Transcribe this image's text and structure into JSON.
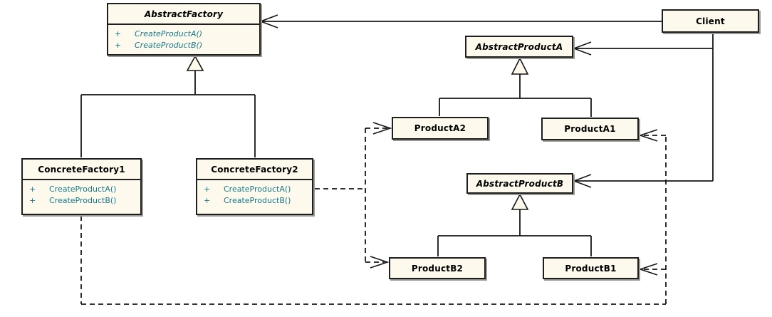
{
  "classes": {
    "abstract_factory": {
      "name": "AbstractFactory",
      "abstract": true,
      "methods": [
        {
          "visibility": "+",
          "signature": "CreateProductA()"
        },
        {
          "visibility": "+",
          "signature": "CreateProductB()"
        }
      ]
    },
    "client": {
      "name": "Client"
    },
    "abstract_product_a": {
      "name": "AbstractProductA",
      "abstract": true
    },
    "product_a2": {
      "name": "ProductA2"
    },
    "product_a1": {
      "name": "ProductA1"
    },
    "concrete_factory_1": {
      "name": "ConcreteFactory1",
      "methods": [
        {
          "visibility": "+",
          "signature": "CreateProductA()"
        },
        {
          "visibility": "+",
          "signature": "CreateProductB()"
        }
      ]
    },
    "concrete_factory_2": {
      "name": "ConcreteFactory2",
      "methods": [
        {
          "visibility": "+",
          "signature": "CreateProductA()"
        },
        {
          "visibility": "+",
          "signature": "CreateProductB()"
        }
      ]
    },
    "abstract_product_b": {
      "name": "AbstractProductB",
      "abstract": true
    },
    "product_b2": {
      "name": "ProductB2"
    },
    "product_b1": {
      "name": "ProductB1"
    }
  },
  "relationships": [
    {
      "from": "Client",
      "to": "AbstractFactory",
      "type": "association"
    },
    {
      "from": "Client",
      "to": "AbstractProductA",
      "type": "association"
    },
    {
      "from": "Client",
      "to": "AbstractProductB",
      "type": "association"
    },
    {
      "from": "ConcreteFactory1",
      "to": "AbstractFactory",
      "type": "generalization"
    },
    {
      "from": "ConcreteFactory2",
      "to": "AbstractFactory",
      "type": "generalization"
    },
    {
      "from": "ProductA2",
      "to": "AbstractProductA",
      "type": "generalization"
    },
    {
      "from": "ProductA1",
      "to": "AbstractProductA",
      "type": "generalization"
    },
    {
      "from": "ProductB2",
      "to": "AbstractProductB",
      "type": "generalization"
    },
    {
      "from": "ProductB1",
      "to": "AbstractProductB",
      "type": "generalization"
    },
    {
      "from": "ConcreteFactory2",
      "to": "ProductA2",
      "type": "dependency"
    },
    {
      "from": "ConcreteFactory2",
      "to": "ProductB2",
      "type": "dependency"
    },
    {
      "from": "ConcreteFactory1",
      "to": "ProductA1",
      "type": "dependency"
    },
    {
      "from": "ConcreteFactory1",
      "to": "ProductB1",
      "type": "dependency"
    }
  ],
  "colors": {
    "box_fill": "#fdf9ec",
    "box_border": "#1e1e1e",
    "method_text": "#15798c",
    "title_text": "#000000",
    "connector": "#161616",
    "shadow": "#9a9a94",
    "background": "#ffffff"
  }
}
